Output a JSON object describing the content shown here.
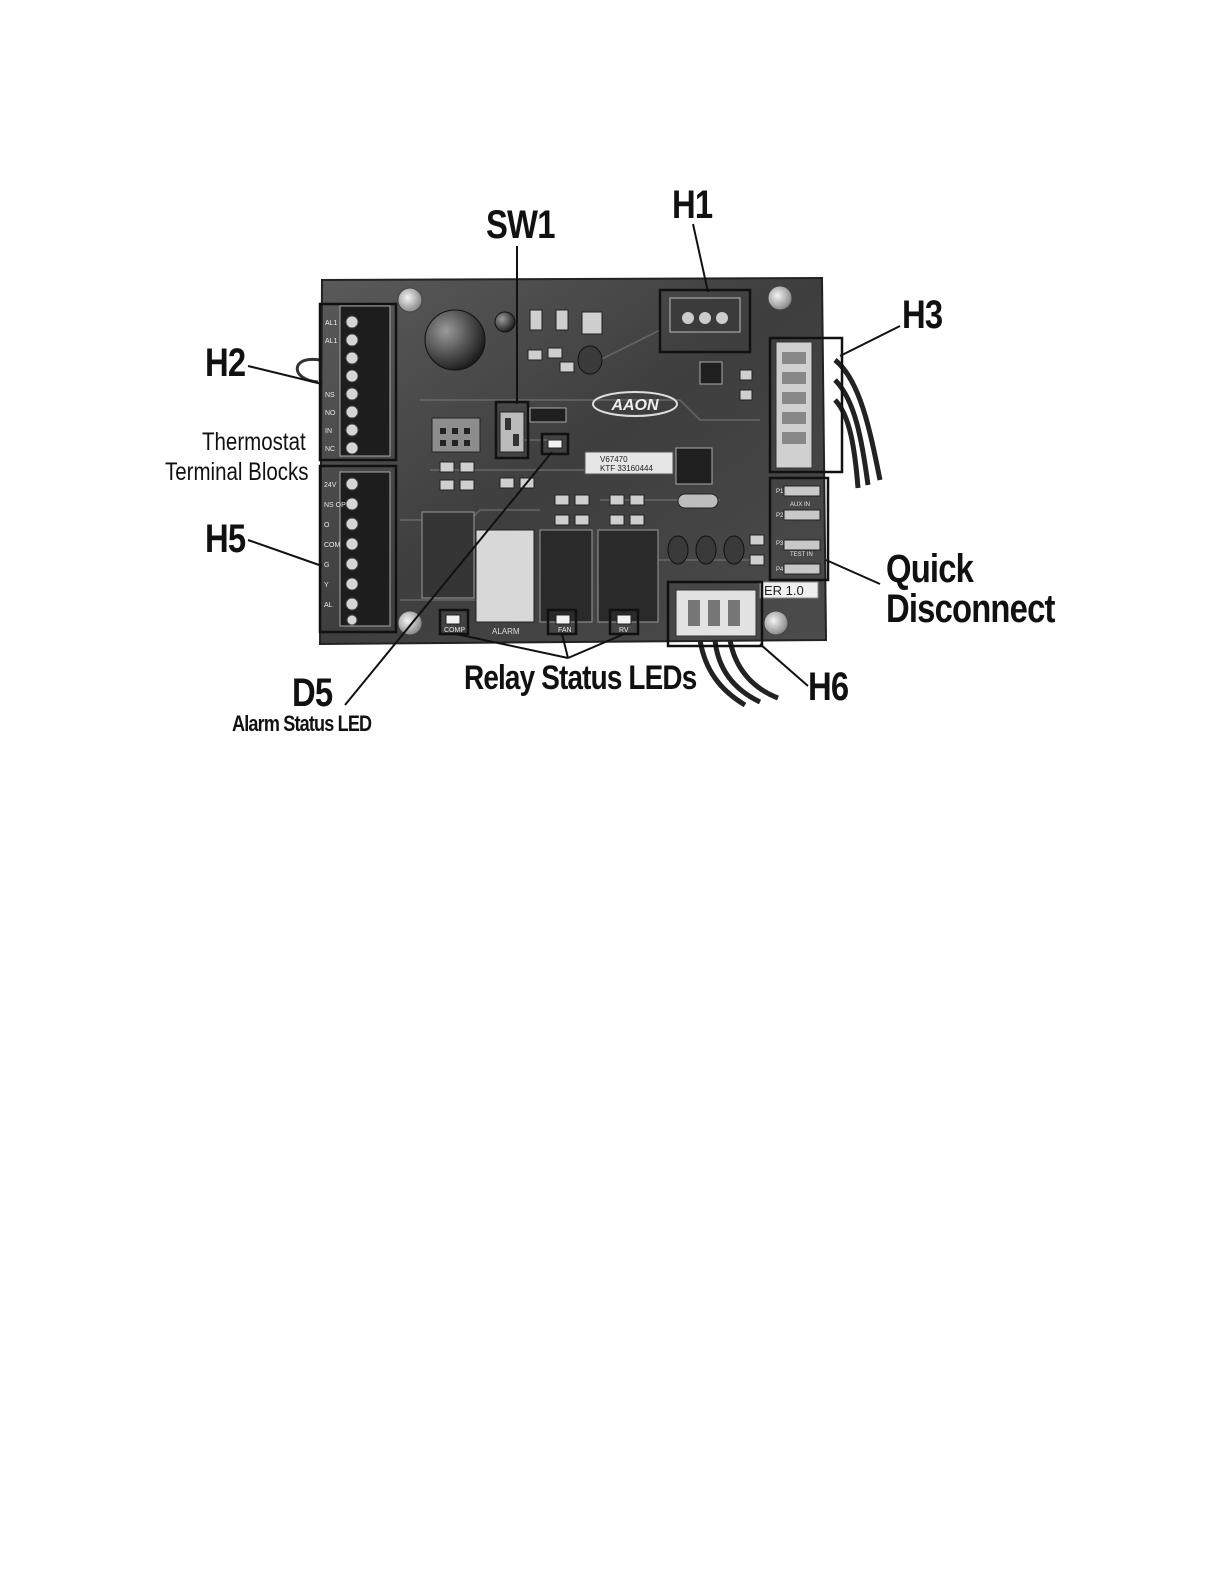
{
  "callouts": {
    "sw1": "SW1",
    "h1": "H1",
    "h3": "H3",
    "h2": "H2",
    "h5": "H5",
    "h6": "H6",
    "d5": "D5",
    "d5_desc": "Alarm Status LED",
    "thermostat_line1": "Thermostat",
    "thermostat_line2": "Terminal Blocks",
    "quick_line1": "Quick",
    "quick_line2": "Disconnect",
    "relay_leds": "Relay Status LEDs"
  },
  "board": {
    "brand": "AAON",
    "part_label_line1": "V67470",
    "part_label_line2": "KTF 33160444",
    "version": "ER 1.0",
    "h2_pins": [
      "AL1",
      "AL1",
      "",
      "",
      "NS",
      "NO",
      "IN",
      "NC"
    ],
    "h5_pins": [
      "24V",
      "NS OP",
      "O",
      "COM",
      "G",
      "Y",
      "AL",
      ""
    ],
    "led_labels": [
      "COMP",
      "FAN",
      "RV"
    ],
    "alarm_label": "ALARM",
    "qd_labels": [
      "P1",
      "AUX IN",
      "P2",
      "P3",
      "TEST IN",
      "P4"
    ]
  }
}
